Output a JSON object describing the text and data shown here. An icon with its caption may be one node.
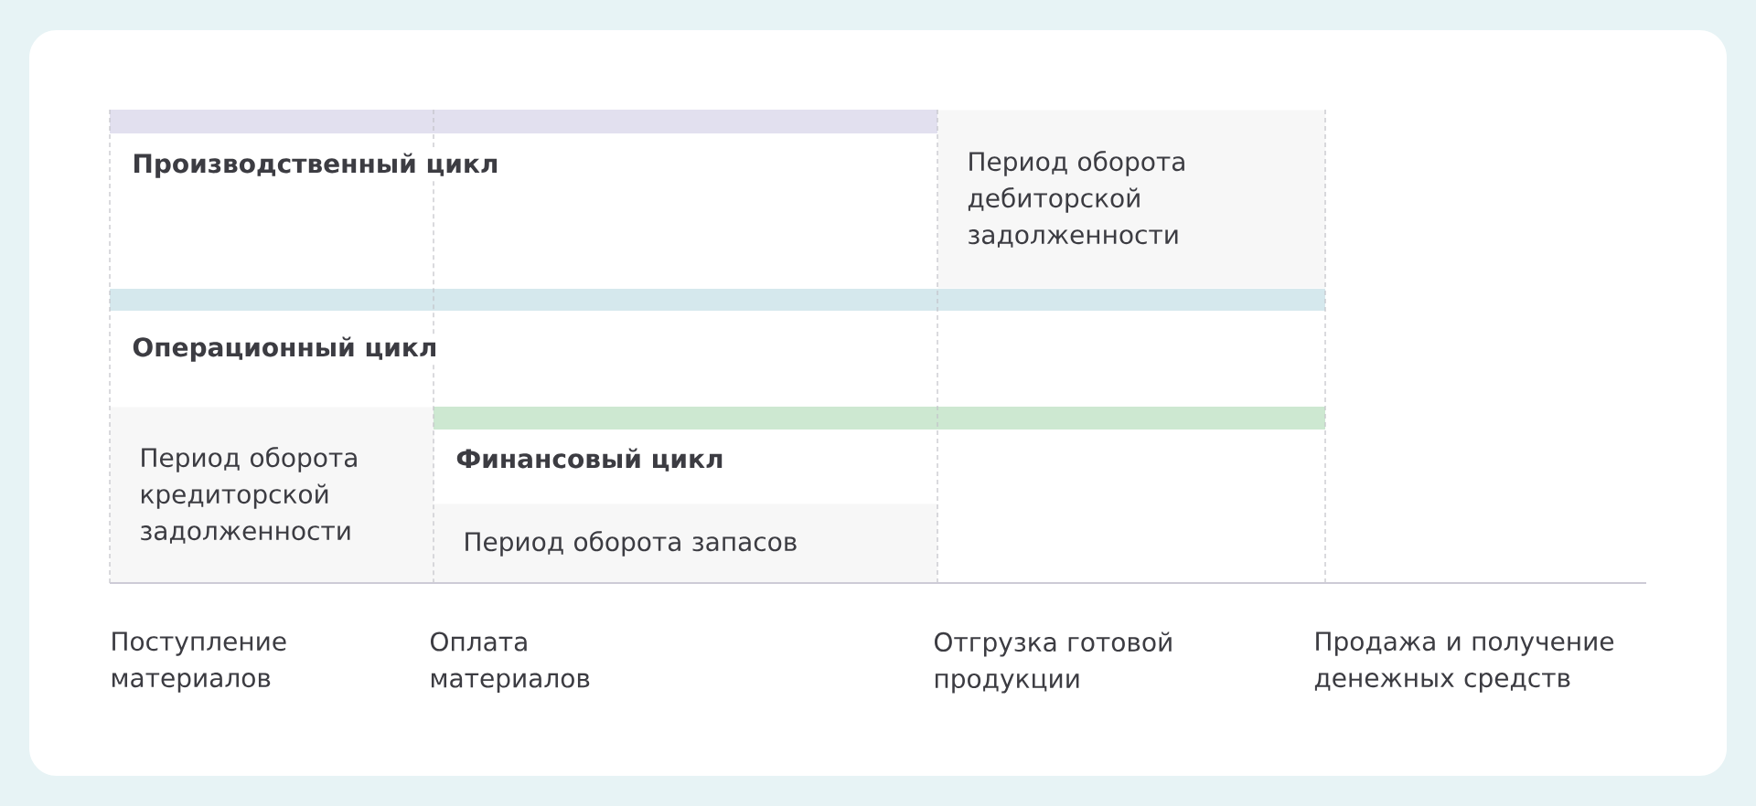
{
  "diagram": {
    "nodes": [
      {
        "text": [
          "Производственный цикл"
        ]
      },
      {
        "text": [
          "Период оборота дебиторской задолженности"
        ]
      },
      {
        "text": [
          "Операционный цикл"
        ]
      },
      {
        "text": [
          "Период оборота кредиторской задолженности"
        ]
      },
      {
        "text": [
          "Финансовый цикл"
        ]
      },
      {
        "text": [
          "Период оборота запасов"
        ]
      }
    ],
    "labels": [
      "Поступление материалов",
      "Оплата материалов",
      "Отгрузка готовой продукции",
      "Продажа и получение денежных средств"
    ]
  }
}
